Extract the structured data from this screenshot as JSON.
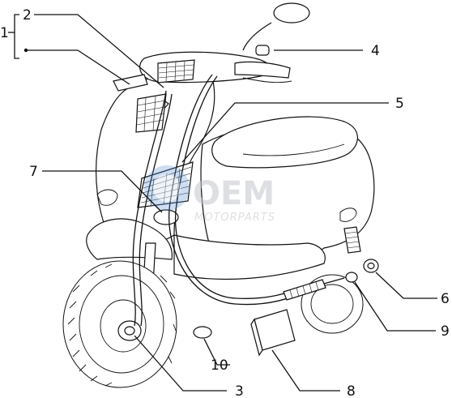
{
  "diagram": {
    "callouts": [
      {
        "id": "c1",
        "text": "1"
      },
      {
        "id": "c2",
        "text": "2"
      },
      {
        "id": "c3",
        "text": "3"
      },
      {
        "id": "c4",
        "text": "4"
      },
      {
        "id": "c5",
        "text": "5"
      },
      {
        "id": "c6",
        "text": "6"
      },
      {
        "id": "c7",
        "text": "7"
      },
      {
        "id": "c8",
        "text": "8"
      },
      {
        "id": "c9",
        "text": "9"
      },
      {
        "id": "c10",
        "text": "10"
      }
    ],
    "watermark": {
      "brand": "OEM",
      "sub": "MOTORPARTS"
    }
  },
  "colors": {
    "ink": "#111111",
    "watermark_blue": "#5a8fd6",
    "watermark_gray": "#c2c6cc"
  }
}
